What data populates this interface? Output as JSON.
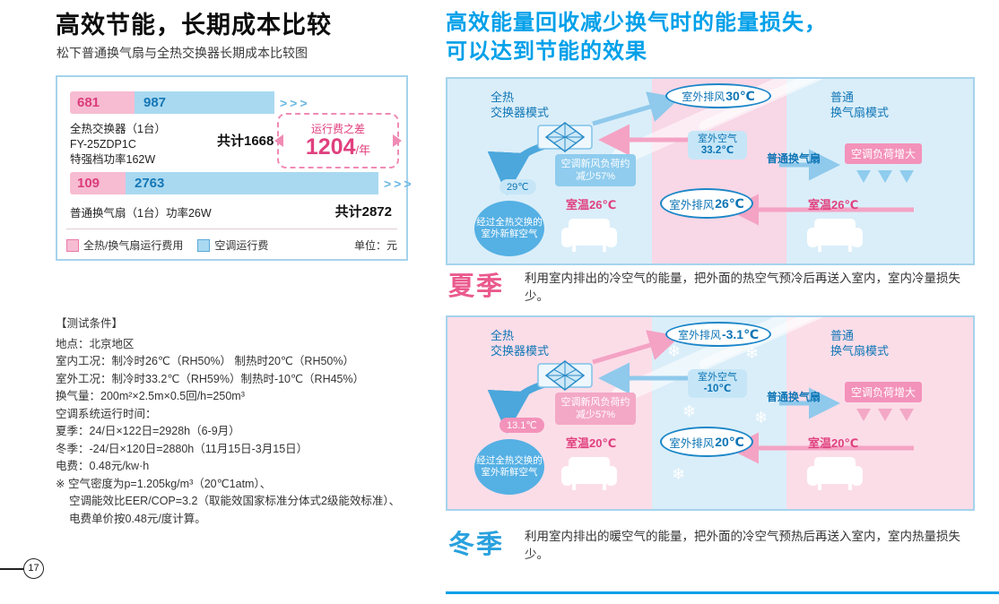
{
  "colors": {
    "pink_accent": "#e0407e",
    "blue_accent": "#0e75b5",
    "title_blue": "#00a0e9",
    "bar_pink": "#f7bcd2",
    "bar_blue": "#a9d9f1",
    "room_blue_bg": "#daeef9",
    "room_pink_bg": "#fbdde8"
  },
  "icons": {
    "snowflake": "❄"
  },
  "left": {
    "title": "高效节能，长期成本比较",
    "subtitle": "松下普通换气扇与全热交换器长期成本比较图",
    "chart": {
      "bar1_pink": "681",
      "bar1_blue": "987",
      "bar1_arrows": ">>>",
      "bar1_label1": "全热交换器（1台）",
      "bar1_label2": "FY-25ZDP1C",
      "bar1_label3": "特强档功率162W",
      "bar1_total": "共计1668",
      "badge_caption": "运行费之差",
      "badge_value": "1204",
      "badge_unit": "/年",
      "bar2_pink": "109",
      "bar2_blue": "2763",
      "bar2_arrows": ">>>",
      "bar2_label": "普通换气扇（1台）功率26W",
      "bar2_total": "共计2872",
      "legend_pink": "全热/换气扇运行费用",
      "legend_blue": "空调运行费",
      "unit": "单位：元"
    },
    "conditions": {
      "heading": "【测试条件】",
      "lines": [
        "地点：北京地区",
        "室内工况：制冷时26℃（RH50%） 制热时20℃（RH50%）",
        "室外工况：制冷时33.2℃（RH59%）制热时-10℃（RH45%）",
        "换气量：200m²×2.5m×0.5回/h=250m³",
        "空调系统运行时间：",
        "夏季：24/日×122日=2928h（6-9月）",
        "冬季：-24/日×120日=2880h（11月15日-3月15日）",
        "电费：0.48元/kw·h"
      ],
      "notes": [
        "※ 空气密度为p=1.205kg/m³（20℃1atm）、",
        "空调能效比EER/COP=3.2（取能效国家标准分体式2级能效标准）、",
        "电费单价按0.48元/度计算。"
      ]
    },
    "page_number": "17"
  },
  "right": {
    "title_line1": "高效能量回收减少换气时的能量损失，",
    "title_line2": "可以达到节能的效果",
    "shared": {
      "mode_left_1": "全热",
      "mode_left_2": "交换器模式",
      "mode_right_1": "普通",
      "mode_right_2": "换气扇模式",
      "fan_label": "普通换气扇",
      "load_increase": "空调负荷增大",
      "load_reduce": "空调新风负荷约减少57%",
      "fresh_air": "经过全热交换的室外新鲜空气",
      "exhaust_label": "室外排风",
      "outdoor_label": "室外空气"
    },
    "summer": {
      "season": "夏季",
      "description": "利用室内排出的冷空气的能量，把外面的热空气预冷后再送入室内，室内冷量损失少。",
      "exhaust_top_temp": "30℃",
      "outdoor_temp": "33.2℃",
      "exchanged_temp": "29℃",
      "room_temp_left": "室温26℃",
      "exhaust_mid_temp": "26℃",
      "room_temp_right": "室温26℃"
    },
    "winter": {
      "season": "冬季",
      "description": "利用室内排出的暖空气的能量，把外面的冷空气预热后再送入室内，室内热量损失少。",
      "exhaust_top_temp": "-3.1℃",
      "outdoor_temp": "-10℃",
      "exchanged_temp": "13.1℃",
      "room_temp_left": "室温20℃",
      "exhaust_mid_temp": "20℃",
      "room_temp_right": "室温20℃"
    }
  },
  "chart_data": {
    "type": "bar",
    "orientation": "horizontal",
    "title": "松下普通换气扇与全热交换器长期成本比较图",
    "categories": [
      "全热交换器（1台）FY-25ZDP1C 特强档功率162W",
      "普通换气扇（1台）功率26W"
    ],
    "series": [
      {
        "name": "全热/换气扇运行费用",
        "values": [
          681,
          109
        ]
      },
      {
        "name": "空调运行费",
        "values": [
          987,
          2763
        ]
      }
    ],
    "totals": [
      1668,
      2872
    ],
    "difference_label": "运行费之差",
    "difference_per_year": 1204,
    "unit": "元"
  }
}
